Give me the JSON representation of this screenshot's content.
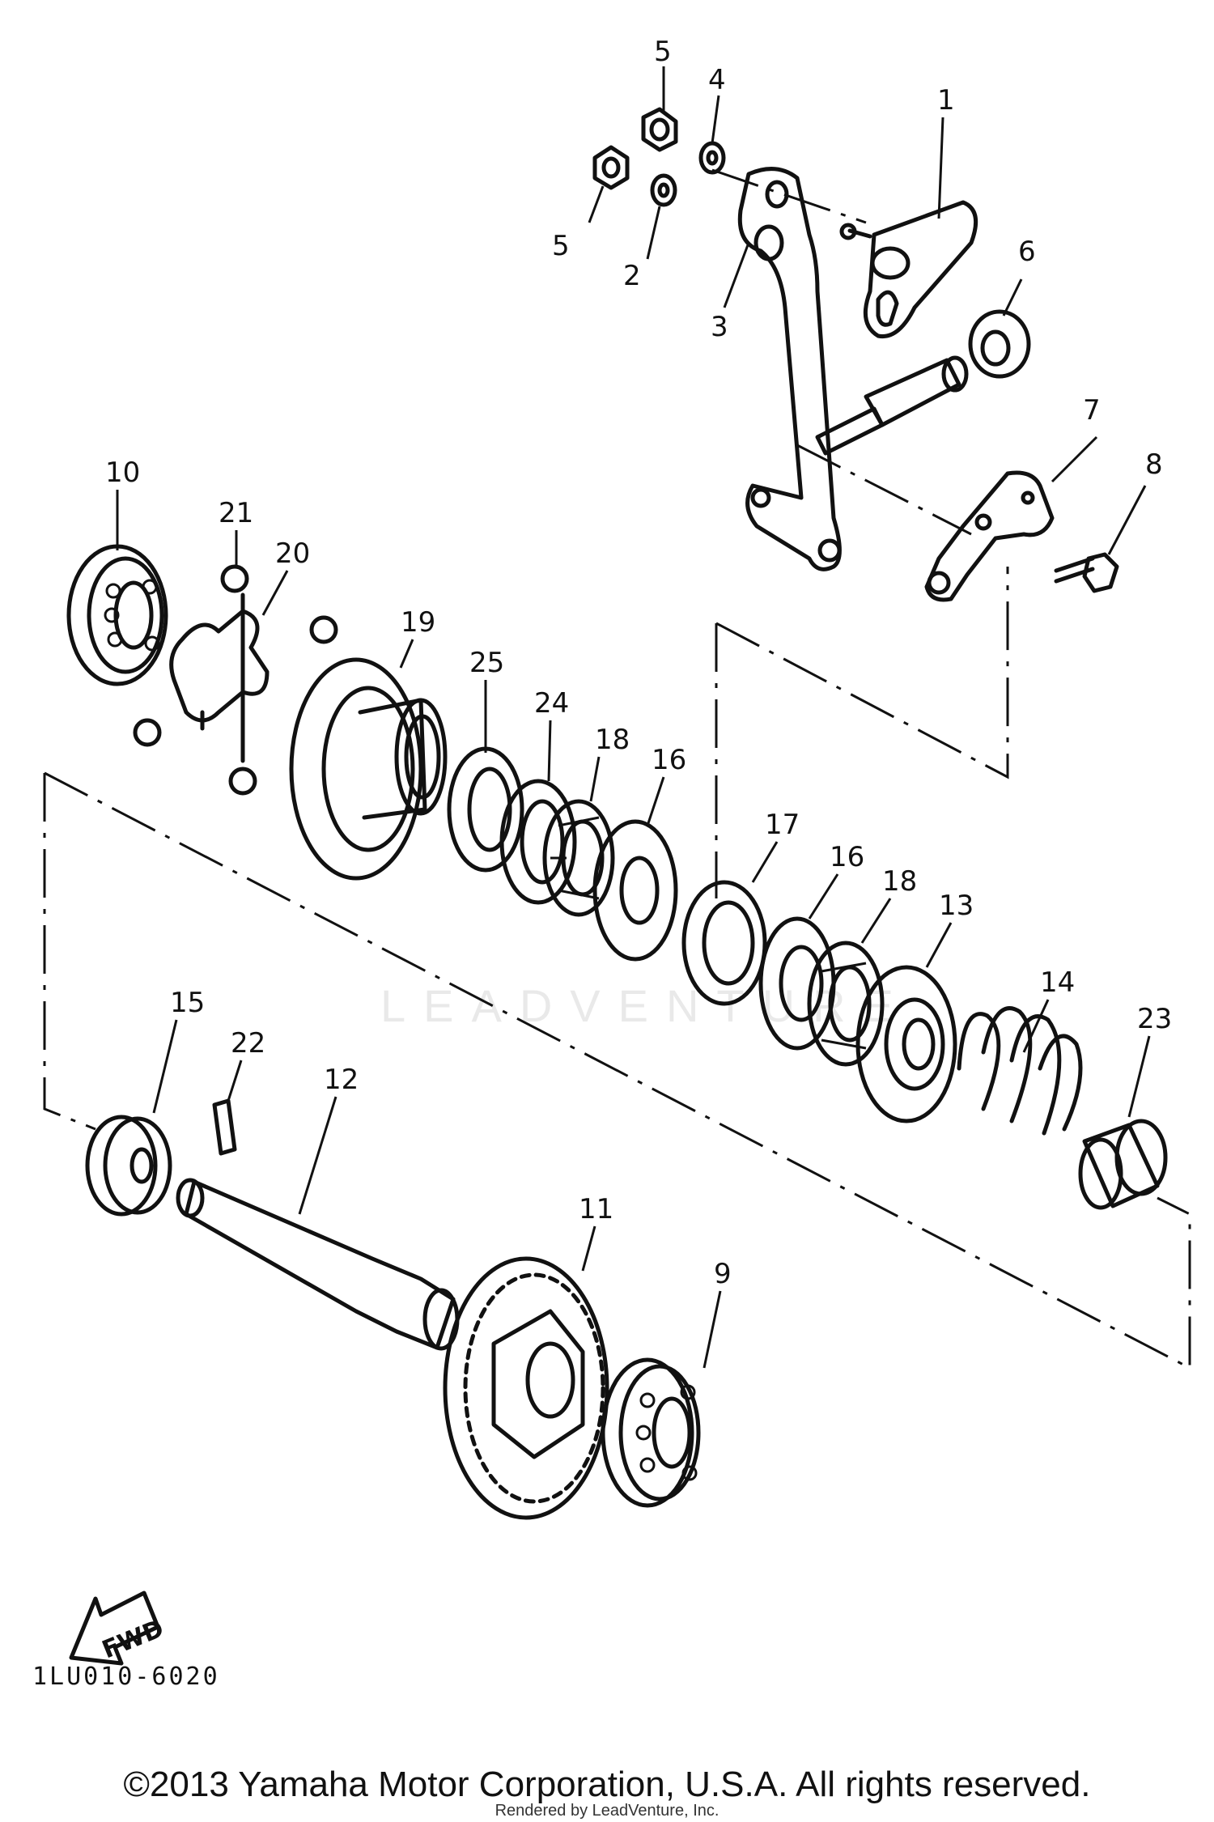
{
  "diagram": {
    "callouts": [
      "1",
      "2",
      "3",
      "4",
      "5",
      "5",
      "6",
      "7",
      "8",
      "9",
      "10",
      "11",
      "12",
      "13",
      "14",
      "15",
      "16",
      "16",
      "17",
      "18",
      "18",
      "19",
      "20",
      "21",
      "22",
      "23",
      "24",
      "25"
    ],
    "fwd_label": "FWD",
    "drawing_code": "1LU010-6020",
    "watermark": "LEADVENTURE"
  },
  "footer": {
    "copyright": "©2013 Yamaha Motor Corporation, U.S.A. All rights reserved.",
    "rendered_by": "Rendered by LeadVenture, Inc."
  }
}
